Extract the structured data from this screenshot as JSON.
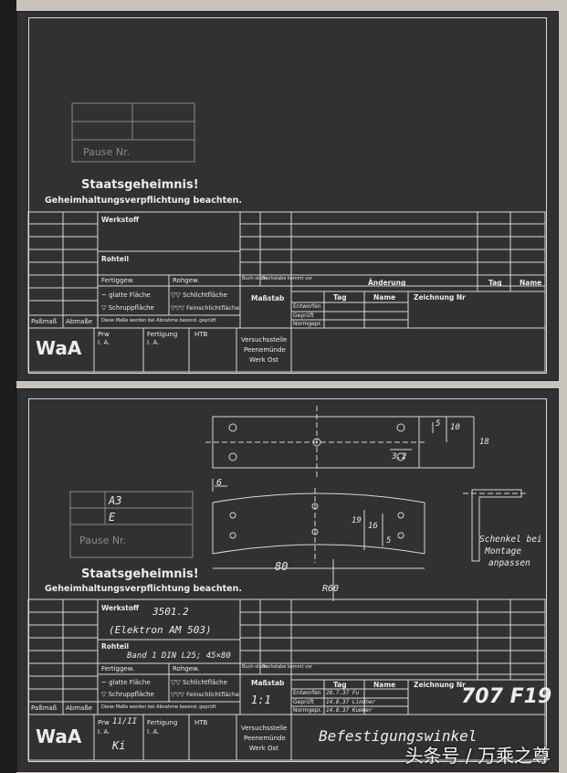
{
  "top": {
    "stamp_text": "Pause Nr.",
    "secret_title": "Staatsgeheimnis!",
    "secret_note": "Geheimhaltungsverpflichtung beachten.",
    "werkstoff_label": "Werkstoff",
    "rohteil_label": "Rohteil",
    "fertiggew_label": "Fertiggew.",
    "rohgew_label": "Rohgew.",
    "glatte_flaeche": "~ glatte Fläche",
    "schlichtflaeche": "▽▽ Schlichtfläche",
    "schruppflaeche": "▽ Schruppfläche",
    "feinschlichtflaeche": "▽▽▽ Feinschlichtfläche",
    "passmass": "Paßmaß",
    "abmasse": "Abmaße",
    "masse_note": "Diese Maße werden bei Abnahme besond. geprüft",
    "buchstabe": "Buch-stabe",
    "buchstabe_kommt": "Buchstabe kommt vor",
    "massstab": "Maßstab",
    "aenderung": "Änderung",
    "tag": "Tag",
    "name": "Name",
    "entworfen": "Entworfen",
    "geprueft": "Geprüft",
    "normgepr": "Normgepr.",
    "zeichnung_nr": "Zeichnung Nr",
    "waa": "WaA",
    "prw": "Prw",
    "ia": "I. A.",
    "fertigung": "Fertigung",
    "htb": "HTB",
    "versuchsstelle": "Versuchsstelle",
    "peenemuende": "Peenemünde",
    "werk_ost": "Werk Ost"
  },
  "bottom": {
    "stamp_a": "A3",
    "stamp_b": "E",
    "stamp_text": "Pause Nr.",
    "secret_title": "Staatsgeheimnis!",
    "secret_note": "Geheimhaltungsverpflichtung beachten.",
    "werkstoff_label": "Werkstoff",
    "werkstoff_value": "3501.2",
    "werkstoff_value2": "(Elektron AM 503)",
    "rohteil_label": "Rohteil",
    "rohteil_value": "Band 1 DIN L25; 45×80",
    "massstab_value": "1:1",
    "drawing_number": "707 F19",
    "prw_value": "11/II",
    "signature": "Ki",
    "dim_5": "5",
    "dim_10": "10",
    "dim_18": "18",
    "dim_32": "3,2",
    "dim_6": "6",
    "dim_19": "19",
    "dim_16": "16",
    "dim_5b": "5",
    "dim_80": "80",
    "dim_r60": "R60",
    "note_line1": "Schenkel bei",
    "note_line2": "Montage",
    "note_line3": "anpassen",
    "title_overlay": "Befestigungswinkel",
    "entw_value": "28.7.37 Fu",
    "gepr_value": "14.8.37 Lindner",
    "norm_value": "14.8.37 Kummer"
  },
  "watermark": "头条号 / 万乘之尊"
}
